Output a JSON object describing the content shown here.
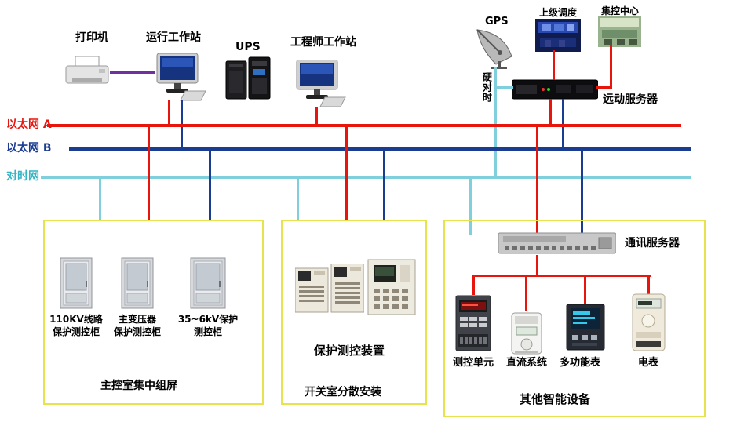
{
  "colors": {
    "ethernet_a": "#e8150d",
    "ethernet_b": "#1b3d91",
    "time_sync": "#7fd0dc",
    "printer_link": "#7030a0",
    "group_border": "#e6e34f"
  },
  "top_row": {
    "printer": "打印机",
    "operator_workstation": "运行工作站",
    "ups": "UPS",
    "engineer_workstation": "工程师工作站",
    "gps": "GPS",
    "superior_dispatch": "上级调度",
    "control_center": "集控中心",
    "telecontrol_server": "远动服务器",
    "hard_time_sync": "硬对时"
  },
  "networks": {
    "ethernet_a": "以太网 A",
    "ethernet_b": "以太网 B",
    "time_sync": "对时网"
  },
  "main_control_room": {
    "title": "主控室集中组屏",
    "cabinet1": {
      "line1": "110KV线路",
      "line2": "保护测控柜"
    },
    "cabinet2": {
      "line1": "主变压器",
      "line2": "保护测控柜"
    },
    "cabinet3": {
      "line1": "35~6kV保护",
      "line2": "测控柜"
    }
  },
  "switch_room": {
    "title": "开关室分散安装",
    "device": "保护测控装置"
  },
  "smart_devices": {
    "title": "其他智能设备",
    "comm_server": "通讯服务器",
    "device1": "测控单元",
    "device2": "直流系统",
    "device3": "多功能表",
    "device4": "电表"
  }
}
